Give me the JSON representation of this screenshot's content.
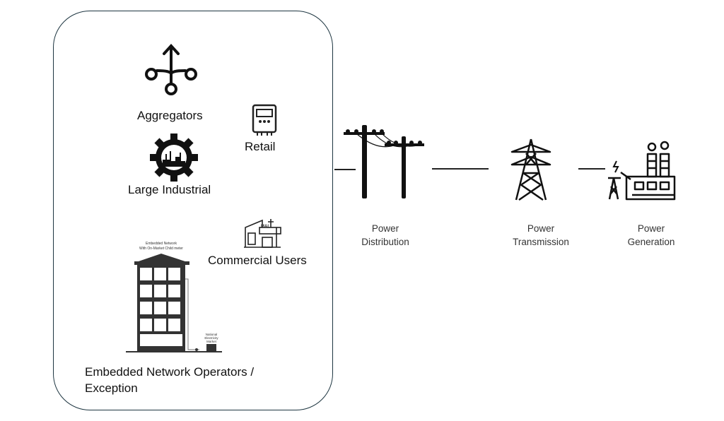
{
  "left_panel": {
    "aggregators": "Aggregators",
    "retail": "Retail",
    "large_industrial": "Large Industrial",
    "commercial_users": "Commercial Users",
    "embedded_network_operators_line1": "Embedded Network Operators /",
    "embedded_network_operators_line2": "Exception",
    "building_title": "Embedded Network",
    "building_subtitle": "With On-Market Child meter",
    "nem_label_line1": "National",
    "nem_label_line2": "Electricity",
    "nem_label_line3": "Market",
    "mall_sign": "MALL"
  },
  "chain": {
    "distribution": {
      "line1": "Power",
      "line2": "Distribution"
    },
    "transmission": {
      "line1": "Power",
      "line2": "Transmission"
    },
    "generation": {
      "line1": "Power",
      "line2": "Generation"
    }
  },
  "colors": {
    "border": "#1d3540",
    "icon": "#111111"
  }
}
